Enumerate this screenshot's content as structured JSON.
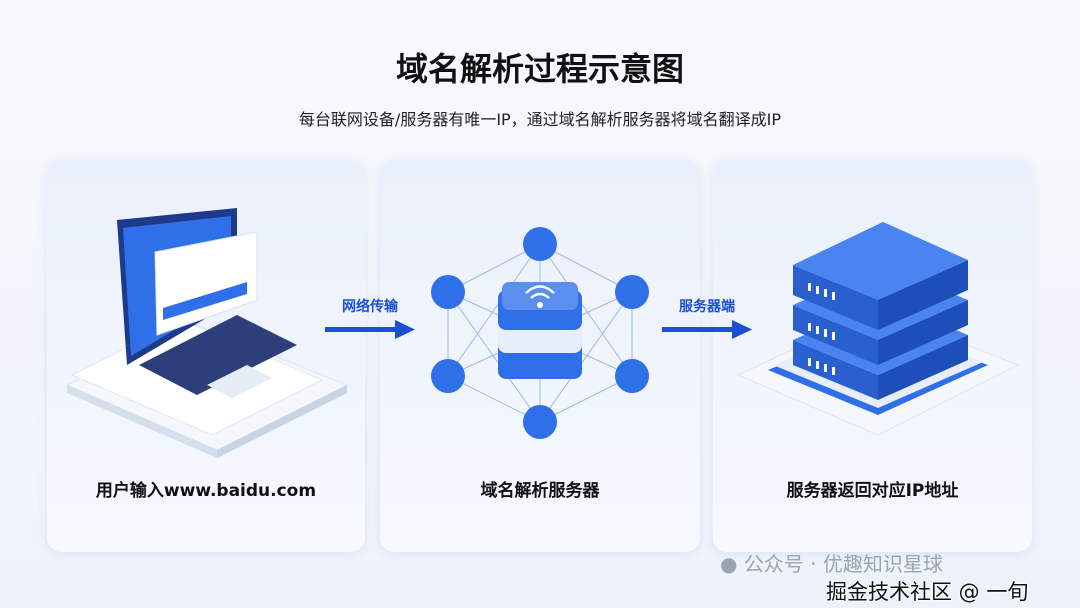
{
  "title": "域名解析过程示意图",
  "subtitle": "每台联网设备/服务器有唯一IP，通过域名解析服务器将域名翻译成IP",
  "panels": [
    {
      "label": "用户输入www.baidu.com",
      "icon": "laptop-icon"
    },
    {
      "label": "域名解析服务器",
      "icon": "network-icon"
    },
    {
      "label": "服务器返回对应IP地址",
      "icon": "server-icon"
    }
  ],
  "arrows": [
    {
      "label": "网络传输"
    },
    {
      "label": "服务器端"
    }
  ],
  "colors": {
    "accent": "#2f6fe8",
    "dark": "#1a4fd6"
  },
  "watermark": {
    "wechat": "公众号 · 优趣知识星球",
    "juejin": "掘金技术社区 @ 一旬"
  }
}
